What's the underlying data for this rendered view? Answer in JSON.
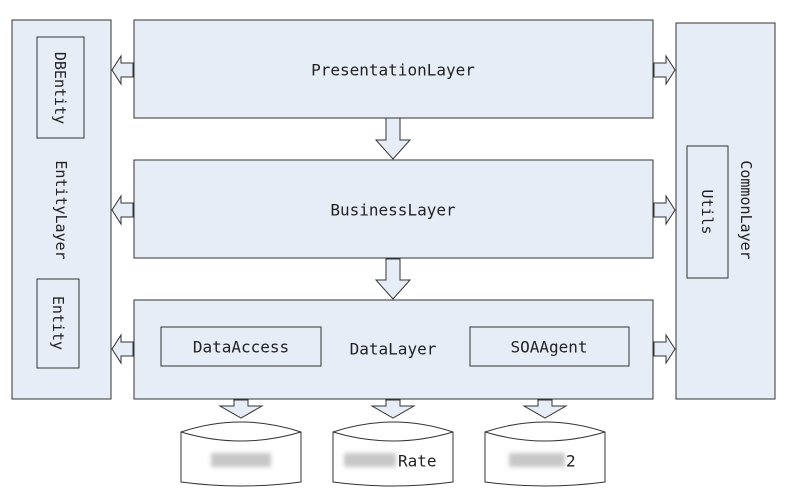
{
  "colors": {
    "box_fill": "#e7edf7",
    "stroke": "#333333",
    "arrow_fill": "#e7edf7",
    "text": "#222222",
    "blur": "#c8c8c8"
  },
  "layers": {
    "presentation": "PresentationLayer",
    "business": "BusinessLayer",
    "data": "DataLayer",
    "entity": "EntityLayer",
    "common": "CommonLayer"
  },
  "components": {
    "db_entity": "DBEntity",
    "entity": "Entity",
    "utils": "Utils",
    "data_access": "DataAccess",
    "soa_agent": "SOAAgent"
  },
  "databases": [
    {
      "visible_label": ""
    },
    {
      "visible_label": "Rate"
    },
    {
      "visible_label": "2"
    }
  ]
}
